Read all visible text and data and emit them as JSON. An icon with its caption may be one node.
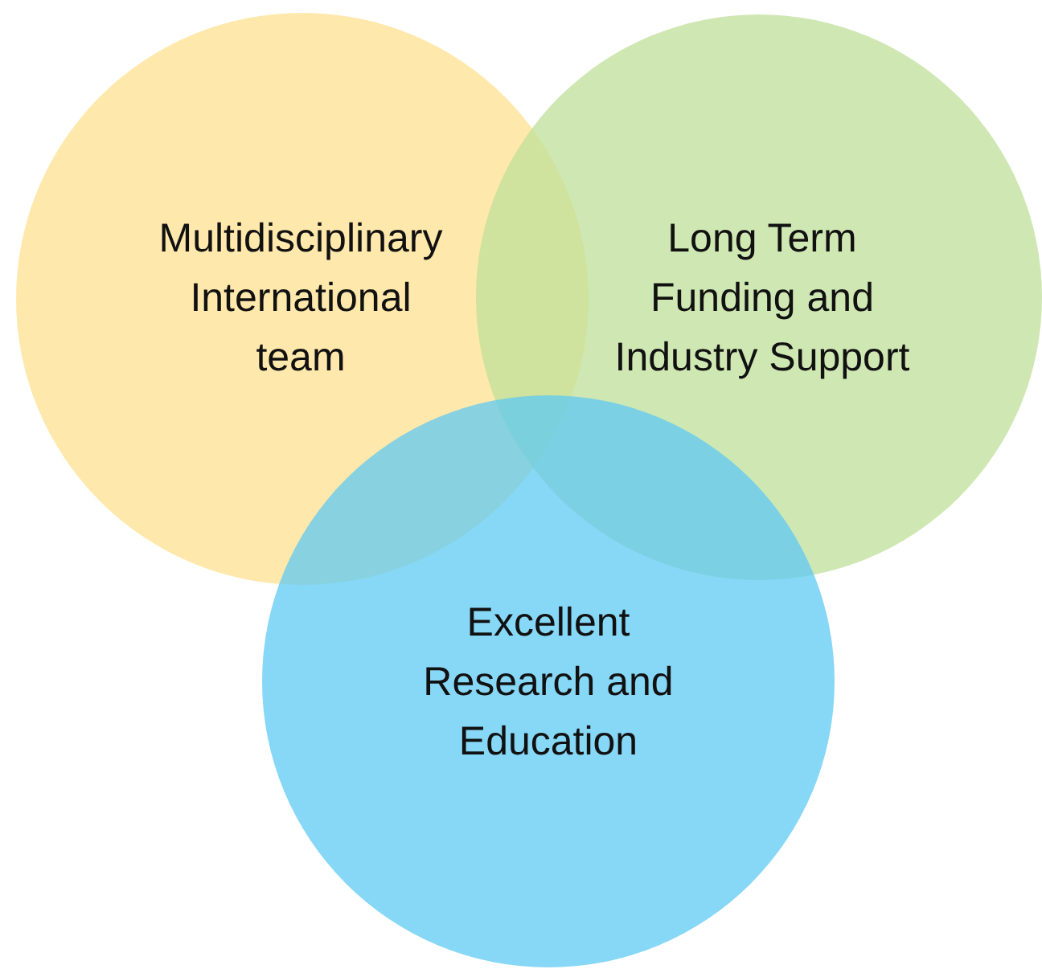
{
  "diagram": {
    "nodes": [
      {
        "text": [
          "Multidisciplinary International team"
        ]
      },
      {
        "text": [
          "Long Term Funding and Industry Support"
        ]
      },
      {
        "text": [
          "Excellent Research and Education"
        ]
      }
    ]
  }
}
